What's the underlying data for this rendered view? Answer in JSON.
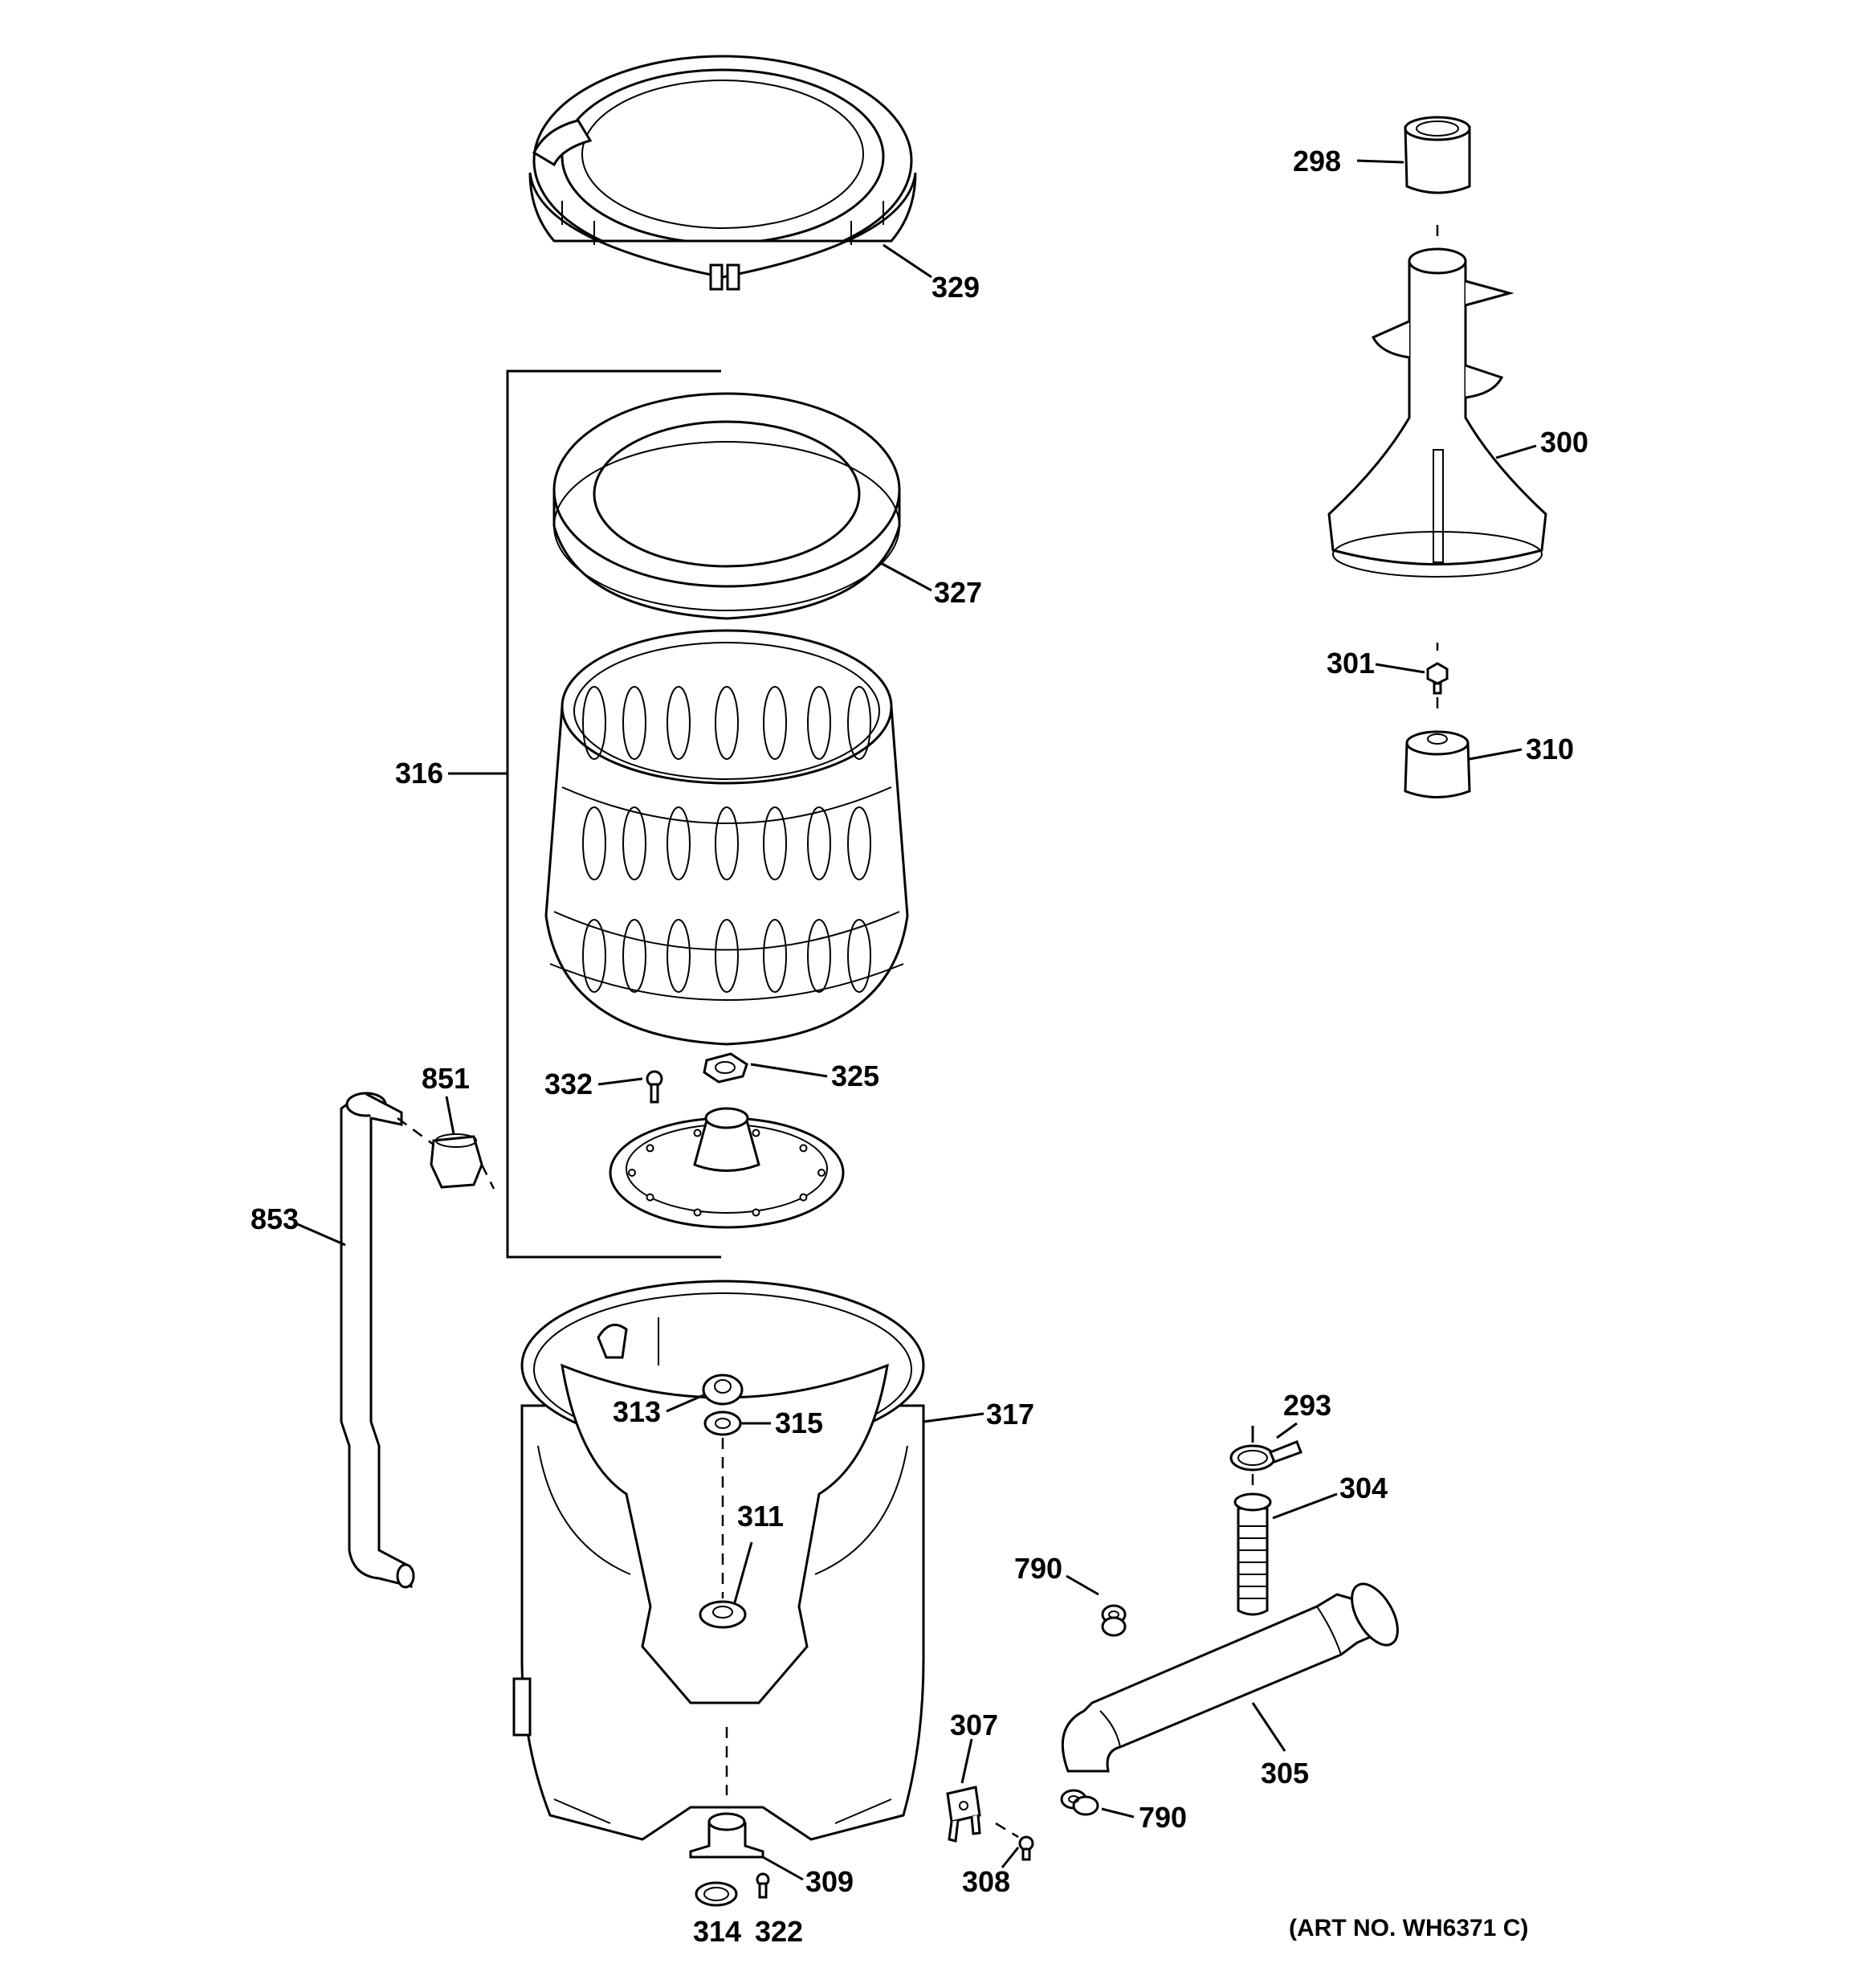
{
  "art_number": "(ART NO. WH6371 C)",
  "callouts": {
    "p298": "298",
    "p300": "300",
    "p301": "301",
    "p310": "310",
    "p329": "329",
    "p316": "316",
    "p327": "327",
    "p332": "332",
    "p325": "325",
    "p851": "851",
    "p853": "853",
    "p313": "313",
    "p315": "315",
    "p317": "317",
    "p311": "311",
    "p293": "293",
    "p304": "304",
    "p790a": "790",
    "p790b": "790",
    "p305": "305",
    "p307": "307",
    "p308": "308",
    "p309": "309",
    "p314": "314",
    "p322": "322"
  }
}
